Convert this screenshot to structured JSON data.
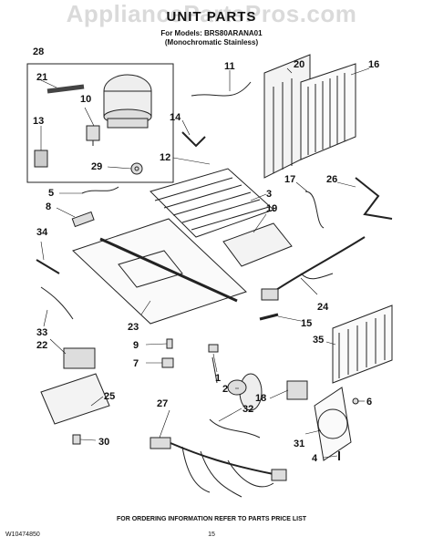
{
  "watermark": "AppliancePartsPros.com",
  "header": {
    "title": "UNIT PARTS",
    "models": "For Models: BRS80ARANA01",
    "variant": "(Monochromatic Stainless)"
  },
  "footer": {
    "doc_code": "W10474850",
    "note": "FOR ORDERING INFORMATION REFER TO PARTS PRICE LIST",
    "page": "15"
  },
  "callouts": [
    "28",
    "21",
    "10",
    "13",
    "29",
    "11",
    "20",
    "16",
    "14",
    "12",
    "5",
    "8",
    "3",
    "19",
    "17",
    "26",
    "34",
    "33",
    "22",
    "23",
    "24",
    "15",
    "35",
    "9",
    "7",
    "1",
    "2",
    "6",
    "27",
    "32",
    "18",
    "31",
    "25",
    "30",
    "4"
  ]
}
